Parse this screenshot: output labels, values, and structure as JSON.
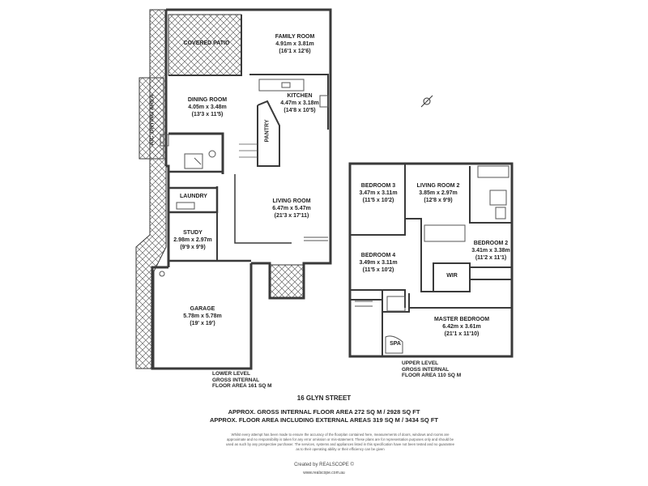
{
  "rooms": {
    "covered_patio": {
      "name": "COVERED PATIO"
    },
    "family_room": {
      "name": "FAMILY ROOM",
      "metric": "4.91m x 3.81m",
      "imperial": "(16'1 x 12'6)"
    },
    "dining_room": {
      "name": "DINING ROOM",
      "metric": "4.05m x 3.48m",
      "imperial": "(13'3 x 11'5)"
    },
    "kitchen": {
      "name": "KITCHEN",
      "metric": "4.47m x 3.18m",
      "imperial": "(14'8 x 10'5)"
    },
    "pantry": {
      "name": "PANTRY"
    },
    "laundry": {
      "name": "LAUNDRY"
    },
    "living_room": {
      "name": "LIVING ROOM",
      "metric": "6.47m x 5.47m",
      "imperial": "(21'3 x 17'11)"
    },
    "study": {
      "name": "STUDY",
      "metric": "2.98m x 2.97m",
      "imperial": "(9'9 x 9'9)"
    },
    "garage": {
      "name": "GARAGE",
      "metric": "5.78m x 5.78m",
      "imperial": "(19' x 19')"
    },
    "drying_area": {
      "name": "DRYING AREA"
    },
    "aci": {
      "name": "A/C"
    },
    "bedroom3": {
      "name": "BEDROOM 3",
      "metric": "3.47m x 3.11m",
      "imperial": "(11'5 x 10'2)"
    },
    "living_room2": {
      "name": "LIVING ROOM 2",
      "metric": "3.85m x 2.97m",
      "imperial": "(12'8 x 9'9)"
    },
    "bedroom2": {
      "name": "BEDROOM 2",
      "metric": "3.41m x 3.38m",
      "imperial": "(11'2 x 11'1)"
    },
    "bedroom4": {
      "name": "BEDROOM 4",
      "metric": "3.49m x 3.11m",
      "imperial": "(11'5 x 10'2)"
    },
    "wir": {
      "name": "WIR"
    },
    "master_bedroom": {
      "name": "MASTER BEDROOM",
      "metric": "6.42m x 3.61m",
      "imperial": "(21'1 x 11'10)"
    },
    "spa": {
      "name": "SPA"
    }
  },
  "lower_level": {
    "line1": "LOWER LEVEL",
    "line2": "GROSS INTERNAL",
    "line3": "FLOOR AREA 161 SQ M"
  },
  "upper_level": {
    "line1": "UPPER LEVEL",
    "line2": "GROSS INTERNAL",
    "line3": "FLOOR AREA 110 SQ M"
  },
  "address": "16 GLYN STREET",
  "totals": {
    "line1": "APPROX. GROSS INTERNAL FLOOR AREA 272 SQ M / 2928 SQ FT",
    "line2": "APPROX. FLOOR AREA INCLUDING EXTERNAL AREAS 319 SQ M / 3434 SQ FT"
  },
  "disclaimer": {
    "line1": "Whilst every attempt has been made to ensure the accuracy of the floorplan contained here, measurements of doors, windows and rooms are",
    "line2": "approximate and no responsibility is taken for any error omission or mis-statement. These plans are for representation purposes only and should be",
    "line3": "used as such by any prospective purchaser. The services, systems and appliances listed in this specification have not been tested and no guarantee",
    "line4": "as to their operating ability or their efficiency can be given"
  },
  "credit": {
    "created_by": "Created by REALSCOPE ©",
    "url": "www.realscope.com.au"
  },
  "colors": {
    "wall": "#3a3a3a",
    "hatch": "#6a6a6a"
  }
}
